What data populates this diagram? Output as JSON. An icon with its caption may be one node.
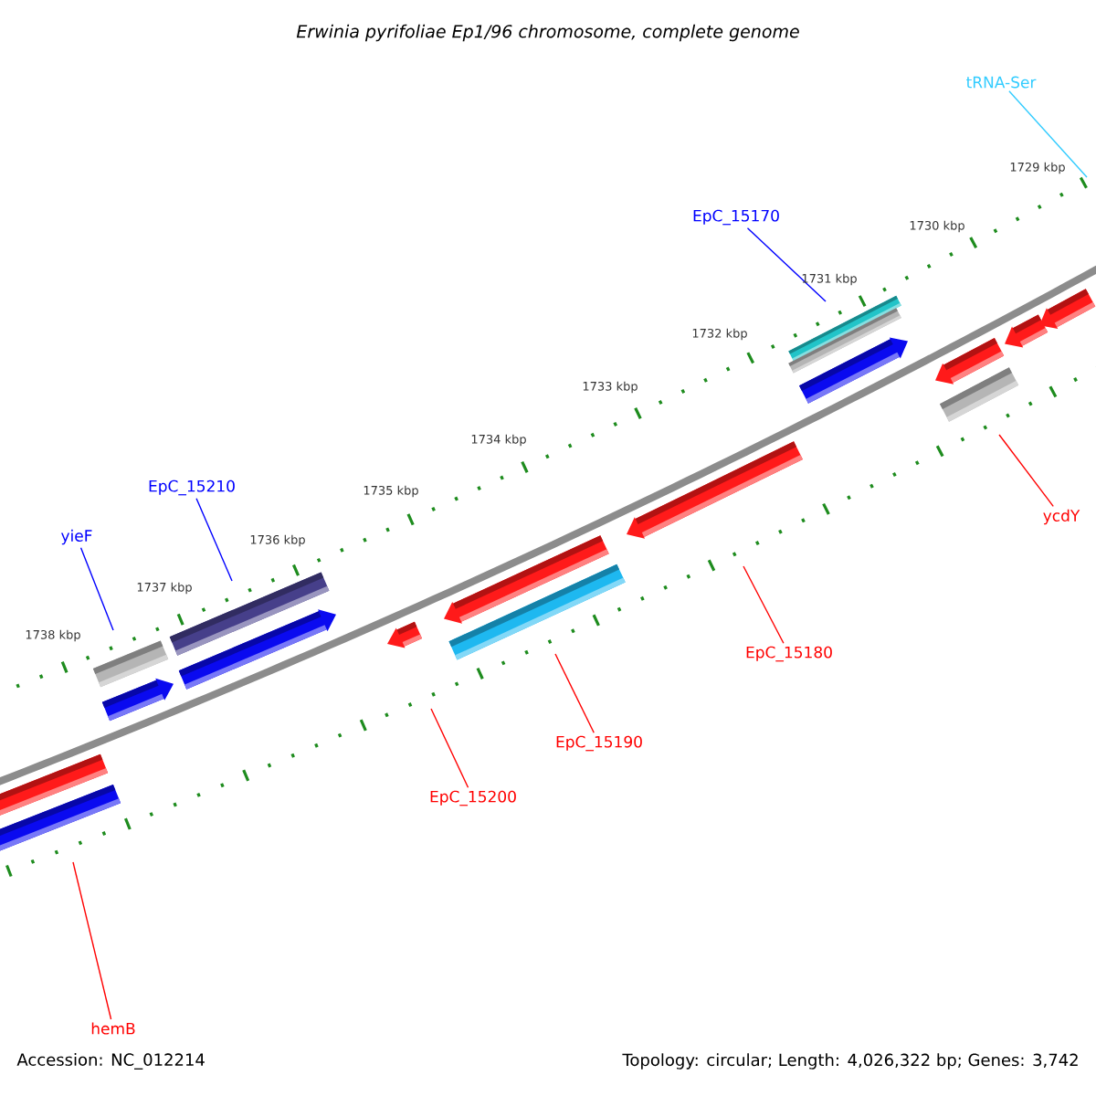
{
  "diagram": {
    "title": "Erwinia pyrifoliae Ep1/96 chromosome, complete genome",
    "nodes": [
      {
        "text": [
          "tRNA-Ser"
        ]
      },
      {
        "text": [
          "EpC_15170"
        ]
      },
      {
        "text": [
          "EpC_15210"
        ]
      },
      {
        "text": [
          "yieF"
        ]
      },
      {
        "text": [
          "ycdY"
        ]
      },
      {
        "text": [
          "EpC_15180"
        ]
      },
      {
        "text": [
          "EpC_15190"
        ]
      },
      {
        "text": [
          "EpC_15200"
        ]
      },
      {
        "text": [
          "hemB"
        ]
      }
    ],
    "edges": [
      {
        "from": 0,
        "to": null,
        "arrow": "none",
        "color": "#33ccff"
      },
      {
        "from": 1,
        "to": null,
        "arrow": "none",
        "color": "#0000ff"
      },
      {
        "from": 2,
        "to": null,
        "arrow": "none",
        "color": "#0000ff"
      },
      {
        "from": 3,
        "to": null,
        "arrow": "none",
        "color": "#0000ff"
      },
      {
        "from": 4,
        "to": null,
        "arrow": "none"
      },
      {
        "from": 5,
        "to": null,
        "arrow": "none"
      },
      {
        "from": 6,
        "to": null,
        "arrow": "none"
      },
      {
        "from": 7,
        "to": null,
        "arrow": "none"
      },
      {
        "from": 8,
        "to": null,
        "arrow": "none"
      }
    ],
    "labels": [
      "1738 kbp",
      "1737 kbp",
      "1736 kbp",
      "1735 kbp",
      "1734 kbp",
      "1733 kbp",
      "1732 kbp",
      "1731 kbp",
      "1730 kbp",
      "1729 kbp",
      "Accession: NC_012214",
      "Topology: circular; Length: 4,026,322 bp; Genes: 3,742"
    ]
  }
}
